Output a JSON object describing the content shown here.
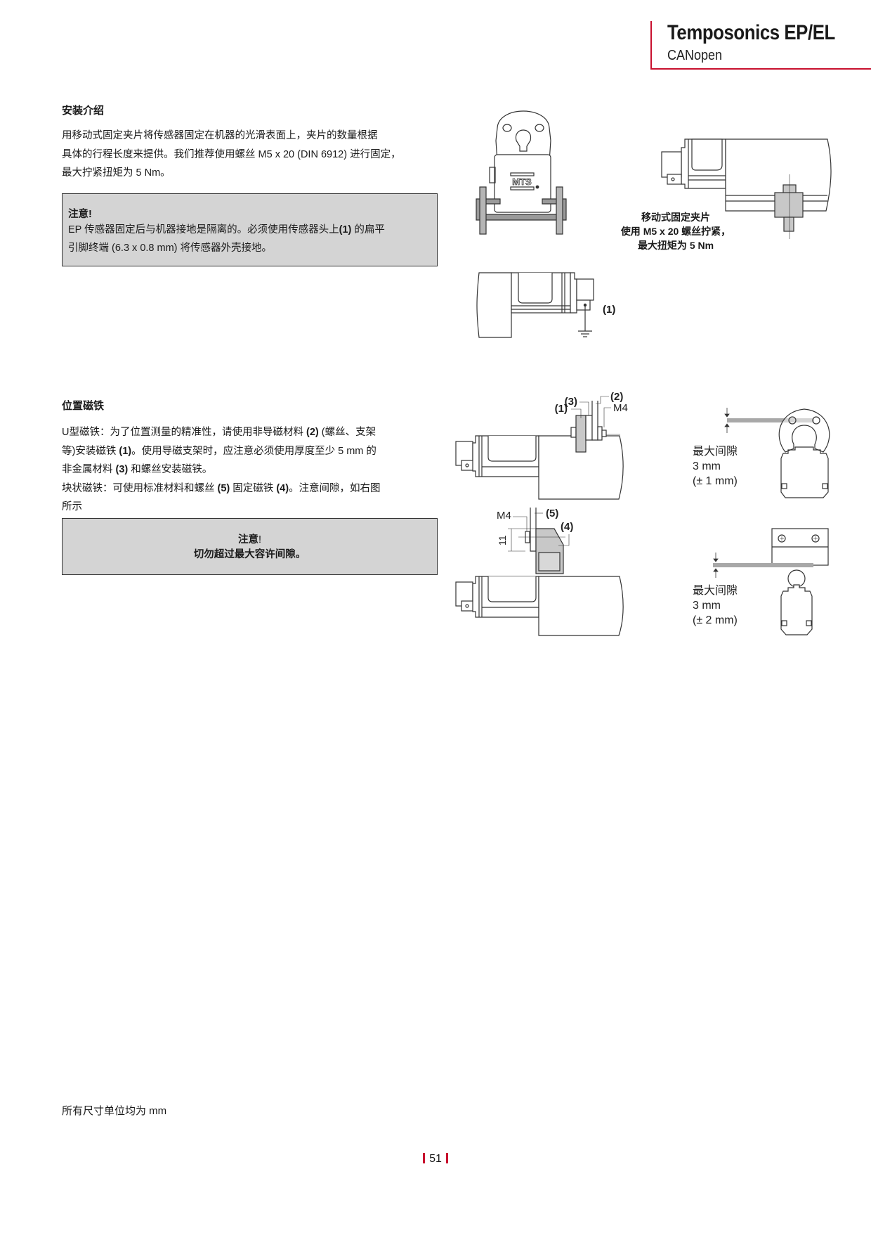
{
  "header": {
    "title": "Temposonics EP/EL",
    "subtitle": "CANopen",
    "accent_color": "#c8102e"
  },
  "installation": {
    "heading": "安装介绍",
    "paragraph_lines": [
      "用移动式固定夹片将传感器固定在机器的光滑表面上，夹片的数量根据",
      "具体的行程长度来提供。我们推荐使用螺丝 M5 x 20 (DIN 6912) 进行固定，",
      "最大拧紧扭矩为 5 Nm。"
    ],
    "notice": {
      "title": "注意!",
      "line1_pre": "EP 传感器固定后与机器接地是隔离的。必须使用传感器头上",
      "line1_bold": "(1)",
      "line1_post": " 的扁平",
      "line2": "引脚终端 (6.3 x 0.8 mm) 将传感器外壳接地。"
    },
    "figure_caption": [
      "移动式固定夹片",
      "使用 M5 x 20 螺丝拧紧，",
      "最大扭矩为 5 Nm"
    ],
    "figure_logo": "MTS",
    "ground_callout": "(1)"
  },
  "magnets": {
    "heading": "位置磁铁",
    "para": {
      "l1_a": "U型磁铁：为了位置测量的精准性，请使用非导磁材料 ",
      "l1_b": "(2)",
      "l1_c": " (螺丝、支架",
      "l2_a": "等)安装磁铁 ",
      "l2_b": "(1)",
      "l2_c": "。使用导磁支架时，应注意必须使用厚度至少 5 mm 的",
      "l3_a": "非金属材料 ",
      "l3_b": "(3)",
      "l3_c": " 和螺丝安装磁铁。",
      "l4_a": "块状磁铁：可使用标准材料和螺丝 ",
      "l4_b": "(5)",
      "l4_c": " 固定磁铁 ",
      "l4_d": "(4)",
      "l4_e": "。注意间隙，如右图",
      "l5": "所示"
    },
    "notice": {
      "title": "注意",
      "title_mark": "!",
      "text": "切勿超过最大容许间隙。"
    },
    "u_magnet_callouts": {
      "c1": "(1)",
      "c2": "(2)",
      "c3": "(3)",
      "m4": "M4"
    },
    "block_magnet_callouts": {
      "m4": "M4",
      "c5": "(5)",
      "c4": "(4)",
      "dim": "11"
    },
    "gap_u": {
      "label": "最大间隙",
      "value": "3 mm",
      "tolerance": "(± 1 mm)"
    },
    "gap_block": {
      "label": "最大间隙",
      "value": "3 mm",
      "tolerance": "(± 2 mm)"
    }
  },
  "footer": {
    "note": "所有尺寸单位均为 mm",
    "page_number": "51"
  }
}
